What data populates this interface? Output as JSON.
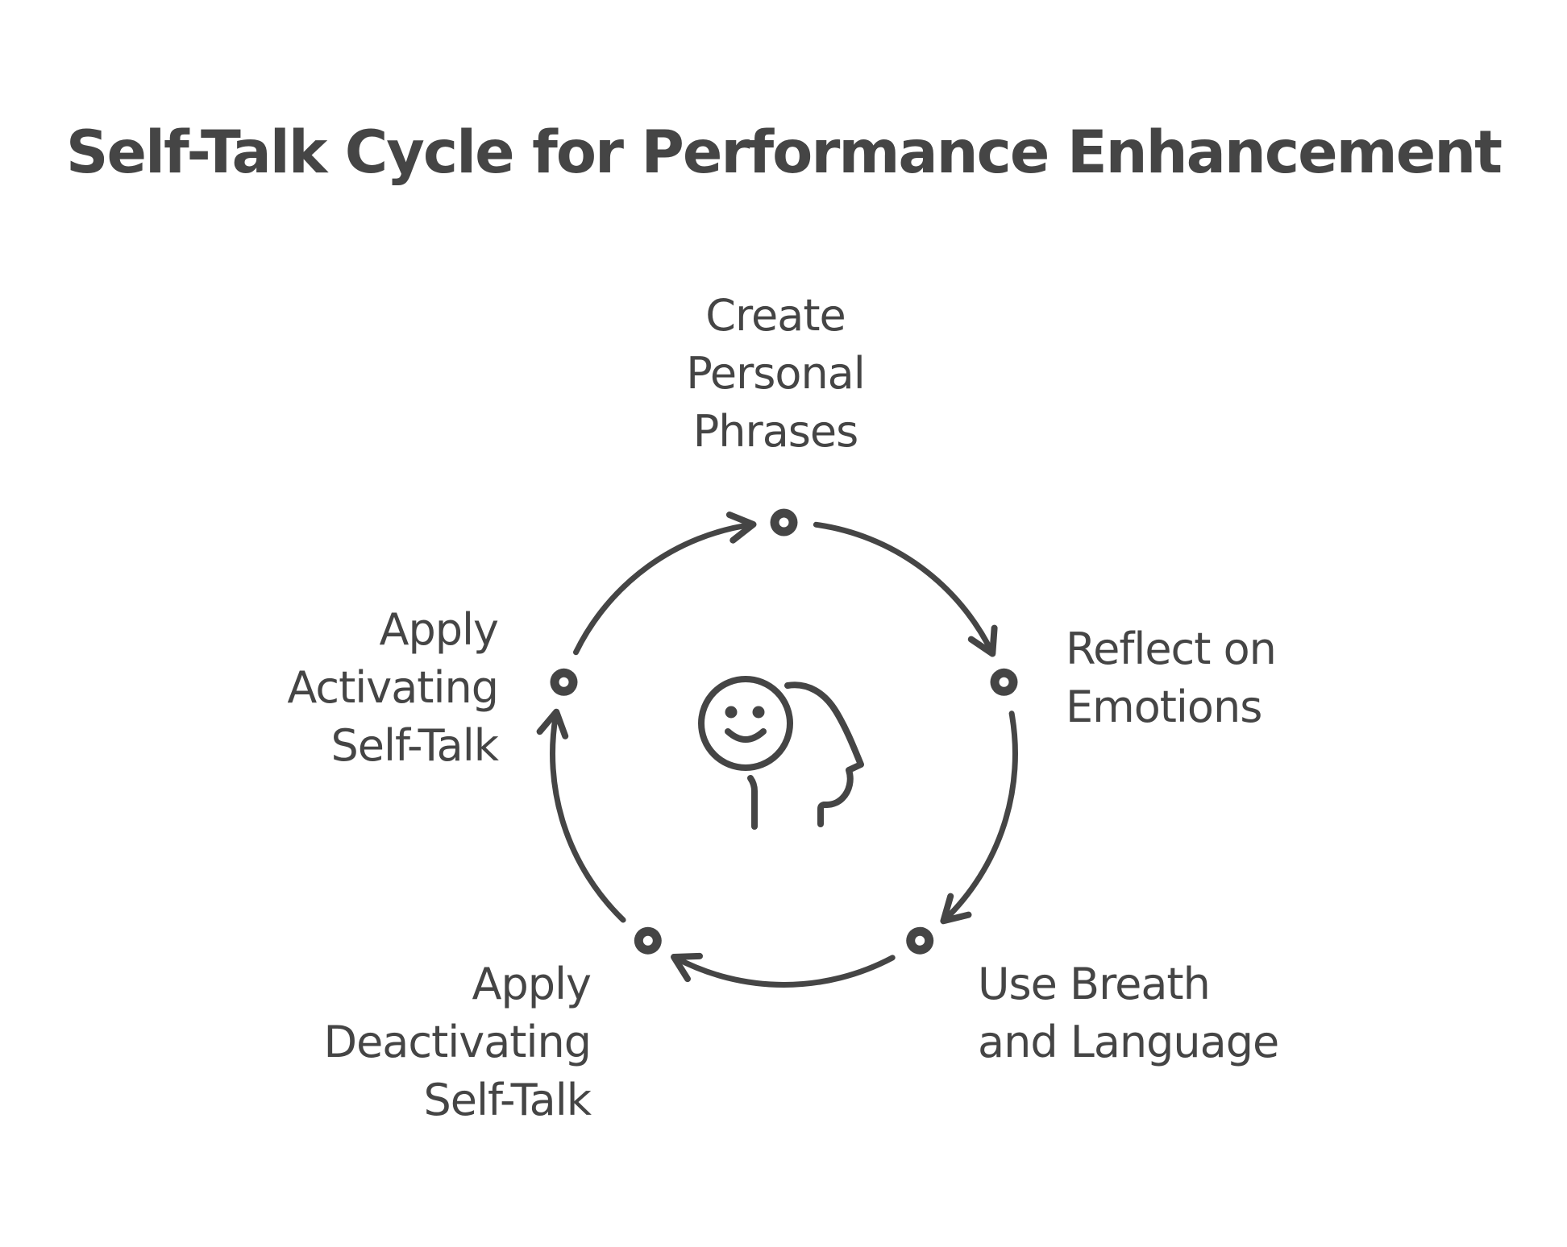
{
  "title": "Self-Talk Cycle for Performance Enhancement",
  "colors": {
    "ink": "#454545",
    "background": "#ffffff"
  },
  "diagram": {
    "type": "cycle",
    "direction": "clockwise",
    "center_icon": "head-profile-with-smiley-face-icon",
    "steps": [
      {
        "position": "top",
        "label": "Create\nPersonal\nPhrases"
      },
      {
        "position": "right",
        "label": "Reflect on\nEmotions"
      },
      {
        "position": "bottom-right",
        "label": "Use Breath\nand Language"
      },
      {
        "position": "bottom-left",
        "label": "Apply\nDeactivating\nSelf-Talk"
      },
      {
        "position": "left",
        "label": "Apply\nActivating\nSelf-Talk"
      }
    ]
  }
}
